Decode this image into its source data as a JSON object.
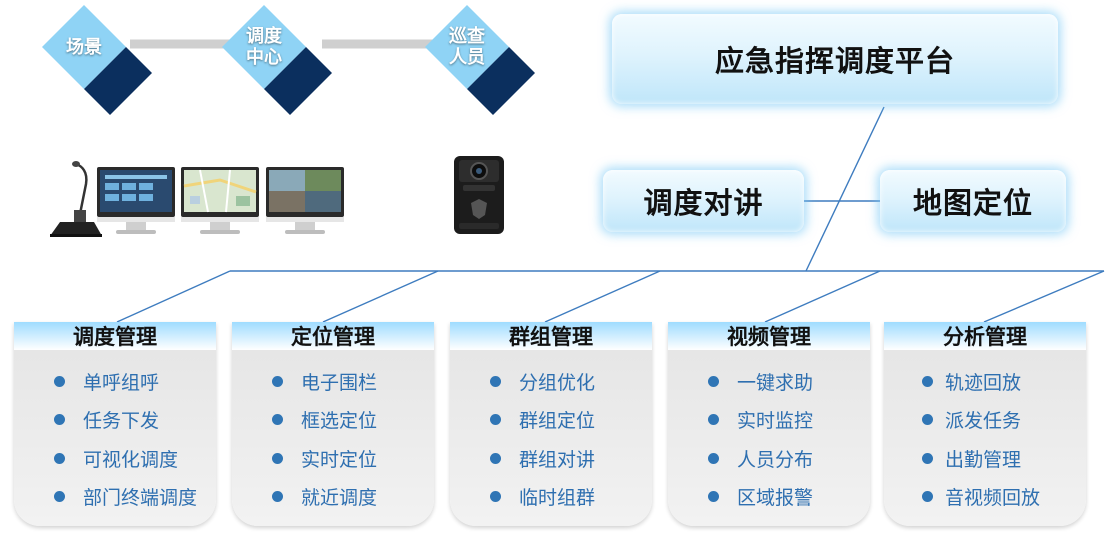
{
  "cubes": [
    {
      "id": "scene",
      "label": "场景"
    },
    {
      "id": "dispatch",
      "label": "调度\n中心"
    },
    {
      "id": "patrol",
      "label": "巡查\n人员"
    }
  ],
  "platform": {
    "title": "应急指挥调度平台"
  },
  "modules": [
    {
      "id": "intercom",
      "label": "调度对讲"
    },
    {
      "id": "map",
      "label": "地图定位"
    }
  ],
  "cards": [
    {
      "id": "dispatch-mgmt",
      "title": "调度管理",
      "items": [
        "单呼组呼",
        "任务下发",
        "可视化调度",
        "部门终端调度"
      ]
    },
    {
      "id": "location-mgmt",
      "title": "定位管理",
      "items": [
        "电子围栏",
        "框选定位",
        "实时定位",
        "就近调度"
      ]
    },
    {
      "id": "group-mgmt",
      "title": "群组管理",
      "items": [
        "分组优化",
        "群组定位",
        "群组对讲",
        "临时组群"
      ]
    },
    {
      "id": "video-mgmt",
      "title": "视频管理",
      "items": [
        "一键求助",
        "实时监控",
        "人员分布",
        "区域报警"
      ]
    },
    {
      "id": "analysis-mgmt",
      "title": "分析管理",
      "items": [
        "轨迹回放",
        "派发任务",
        "出勤管理",
        "音视频回放"
      ]
    }
  ],
  "devices": [
    {
      "icon": "microphone-icon"
    },
    {
      "icon": "monitor-icon"
    },
    {
      "icon": "map-monitor-icon"
    },
    {
      "icon": "camera-monitor-icon"
    },
    {
      "icon": "body-camera-icon"
    }
  ],
  "colors": {
    "cube_top": "#8fd3f5",
    "cube_left": "#1f5fa3",
    "cube_right": "#0b2f5e",
    "connector": "#cfcfcf",
    "line": "#3e7cbf",
    "bullet": "#2f75b5",
    "item_text": "#2e6fb0"
  }
}
